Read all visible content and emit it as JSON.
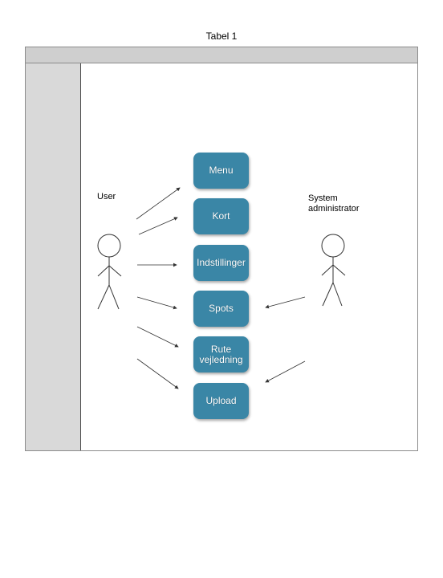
{
  "table": {
    "title": "Tabel 1"
  },
  "diagram": {
    "actors": [
      {
        "id": "user",
        "label": "User",
        "icon": "stick-figure-icon"
      },
      {
        "id": "admin",
        "label": "System\nadministrator",
        "icon": "stick-figure-icon"
      }
    ],
    "use_cases": [
      {
        "id": "menu",
        "label": "Menu"
      },
      {
        "id": "kort",
        "label": "Kort"
      },
      {
        "id": "indstillinger",
        "label": "Indstillinger"
      },
      {
        "id": "spots",
        "label": "Spots"
      },
      {
        "id": "rute",
        "label": "Rute\nvejledning"
      },
      {
        "id": "upload",
        "label": "Upload"
      }
    ],
    "colors": {
      "use_case_fill": "#3a86a6",
      "use_case_text": "#ffffff",
      "header_bar": "#cfcfcf",
      "left_column": "#d9d9d9"
    }
  }
}
